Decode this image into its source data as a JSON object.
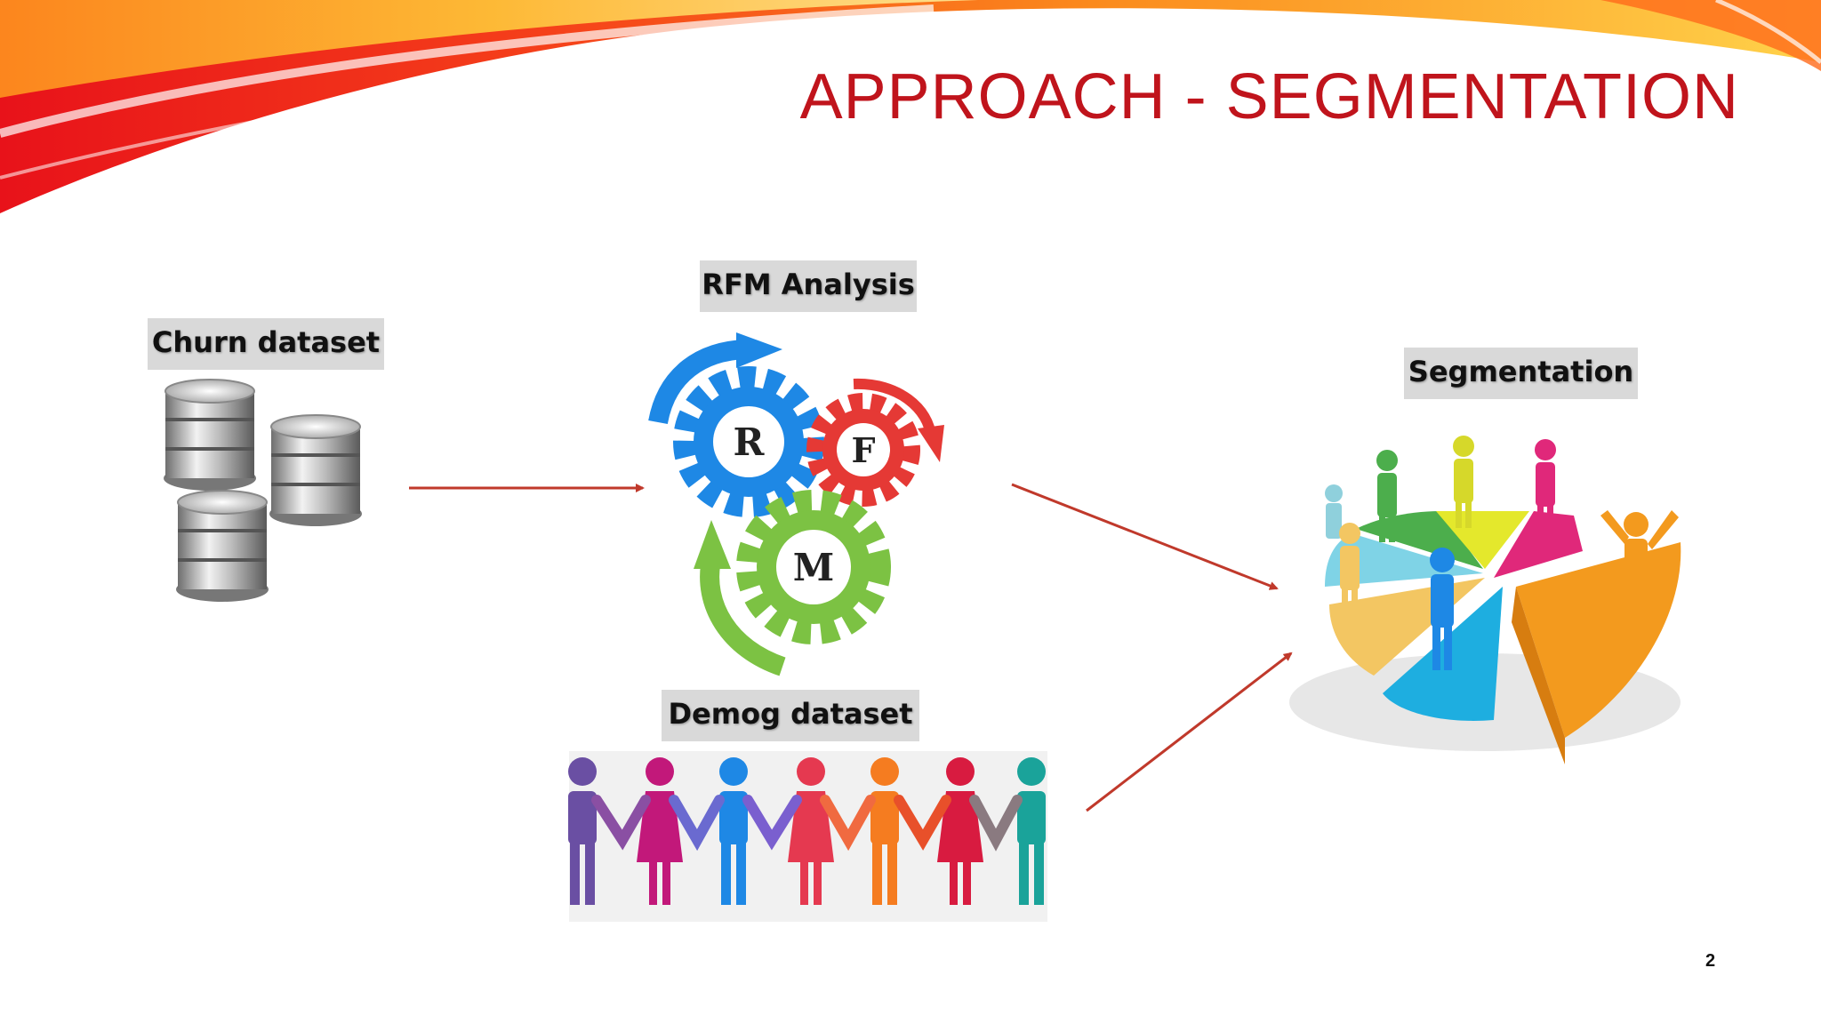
{
  "slide": {
    "title": "APPROACH - SEGMENTATION",
    "page_number": "2"
  },
  "diagram": {
    "nodes": {
      "churn": {
        "label": "Churn dataset",
        "icon": "database-cylinders-icon"
      },
      "rfm": {
        "label": "RFM Analysis",
        "icon": "gears-icon",
        "gears": [
          "R",
          "F",
          "M"
        ]
      },
      "demog": {
        "label": "Demog dataset",
        "icon": "people-chain-icon"
      },
      "segmentation": {
        "label": "Segmentation",
        "icon": "pie-people-icon"
      }
    },
    "edges": [
      {
        "from": "churn",
        "to": "rfm"
      },
      {
        "from": "rfm",
        "to": "segmentation"
      },
      {
        "from": "demog",
        "to": "segmentation"
      }
    ]
  },
  "colors": {
    "title": "#c0141c",
    "arrow": "#c0392b",
    "label_bg": "#d9d9d9",
    "gear_r": "#1e88e5",
    "gear_f": "#e53935",
    "gear_m": "#7cc243"
  }
}
